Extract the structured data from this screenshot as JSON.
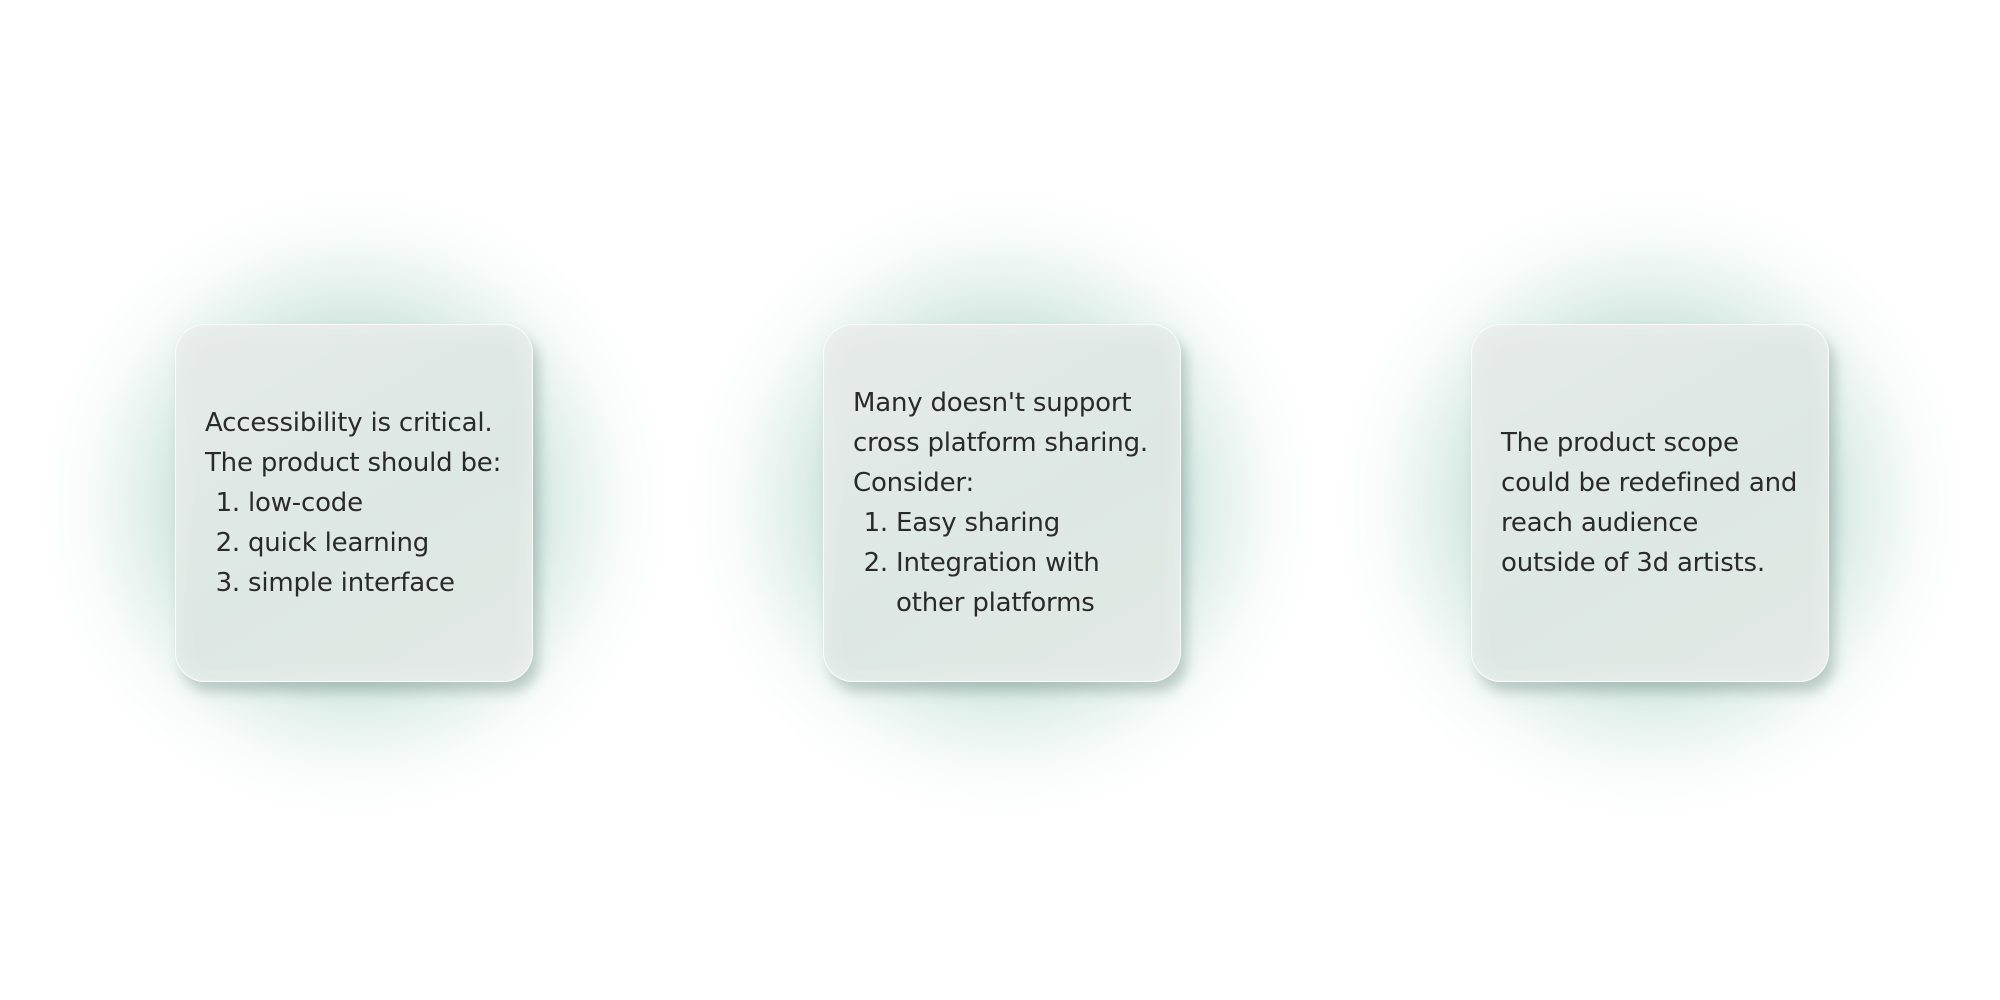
{
  "cards": [
    {
      "intro_lines": [
        "Accessibility is critical.",
        "The product should be:"
      ],
      "items": [
        {
          "num": "1.",
          "text": "low-code"
        },
        {
          "num": "2.",
          "text": "quick learning"
        },
        {
          "num": "3.",
          "text": "simple interface"
        }
      ]
    },
    {
      "intro_lines": [
        "Many doesn't support",
        "cross platform sharing.",
        "Consider:"
      ],
      "items": [
        {
          "num": "1.",
          "text": "Easy sharing"
        },
        {
          "num": "2.",
          "text": "Integration with other platforms"
        }
      ]
    },
    {
      "intro_lines": [
        "The product scope could be redefined and reach audience outside of 3d artists."
      ],
      "items": []
    }
  ],
  "colors": {
    "glow": "#7fb5a5",
    "card_background": "#e2e9e6",
    "text": "#2a2a2a",
    "page_background": "#ffffff"
  }
}
